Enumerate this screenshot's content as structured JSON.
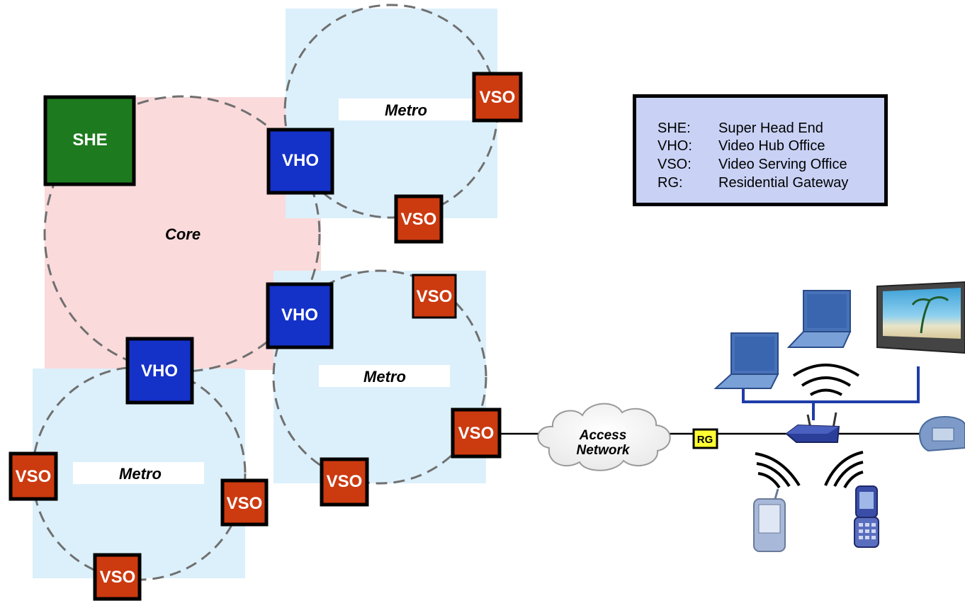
{
  "regions": {
    "core": "Core",
    "metro_top": "Metro",
    "metro_mid": "Metro",
    "metro_bottom": "Metro"
  },
  "nodes": {
    "she": "SHE",
    "vho_1": "VHO",
    "vho_2": "VHO",
    "vho_3": "VHO",
    "vso_1": "VSO",
    "vso_2": "VSO",
    "vso_3": "VSO",
    "vso_4": "VSO",
    "vso_5": "VSO",
    "vso_6": "VSO",
    "vso_7": "VSO",
    "vso_8": "VSO"
  },
  "access_network": {
    "line1": "Access",
    "line2": "Network"
  },
  "rg": "RG",
  "legend": [
    {
      "abbr": "SHE:",
      "desc": "Super Head End"
    },
    {
      "abbr": "VHO:",
      "desc": "Video Hub Office"
    },
    {
      "abbr": "VSO:",
      "desc": "Video Serving Office"
    },
    {
      "abbr": "RG:",
      "desc": "Residential Gateway"
    }
  ],
  "colors": {
    "core_fill": "#fadadb",
    "metro_fill": "#dcf0fb",
    "she": "#1e7a1e",
    "vho": "#1431c8",
    "vso": "#cc3a10",
    "rg": "#ffff33",
    "legend_fill": "#c9d2f5",
    "home_network": "#1f3da8"
  },
  "icons": [
    "laptop-icon",
    "laptop-icon",
    "flat-tv-icon",
    "wifi-router-icon",
    "telephone-icon",
    "pda-phone-icon",
    "flip-phone-icon",
    "wireless-signal-icon",
    "cloud-icon"
  ]
}
